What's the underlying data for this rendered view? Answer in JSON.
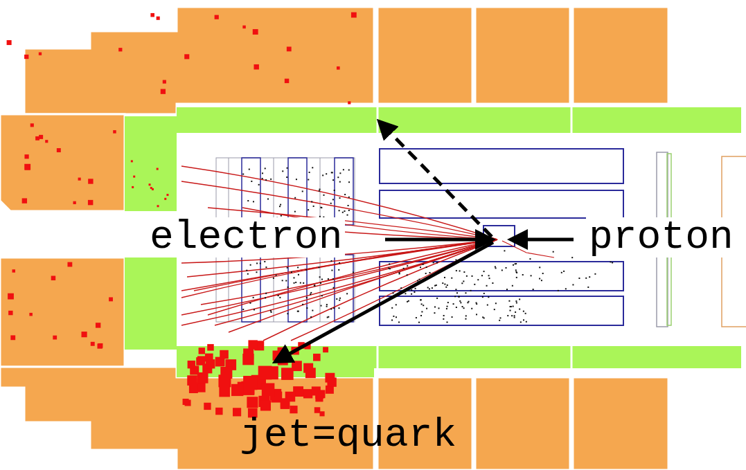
{
  "diagram": {
    "labels": [
      "electron",
      "proton",
      "jet=quark"
    ]
  }
}
